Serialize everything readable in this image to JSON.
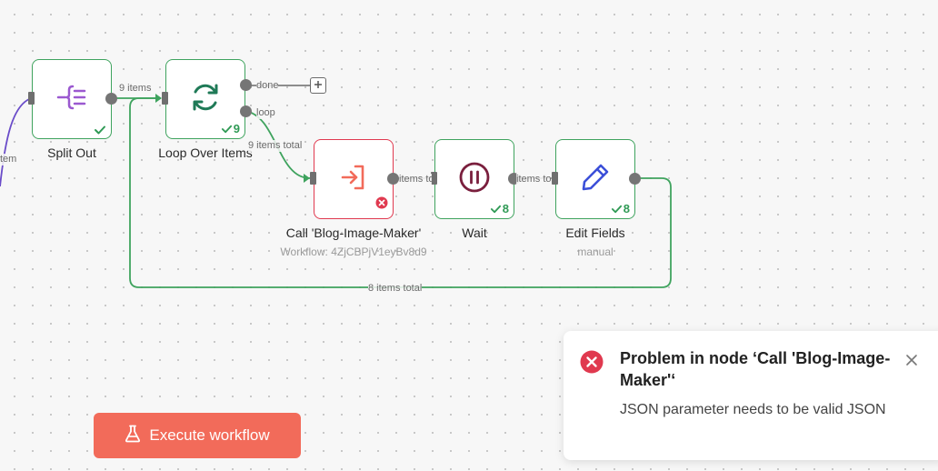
{
  "canvas": {
    "incoming_edge_label": "tem"
  },
  "nodes": {
    "split_out": {
      "title": "Split Out",
      "icon": "split-out-icon"
    },
    "loop_over_items": {
      "title": "Loop Over Items",
      "icon": "loop-refresh-icon",
      "run_count": "9"
    },
    "call_blog": {
      "title": "Call 'Blog-Image-Maker'",
      "subtitle": "Workflow: 4ZjCBPjV1eyBv8d9",
      "icon": "execute-workflow-icon"
    },
    "wait": {
      "title": "Wait",
      "icon": "pause-icon",
      "run_count": "8"
    },
    "edit_fields": {
      "title": "Edit Fields",
      "subtitle": "manual",
      "icon": "pencil-icon",
      "run_count": "8"
    }
  },
  "edges": {
    "split_to_loop": "9 items",
    "loop_done": "done",
    "loop_loop": "loop",
    "loop_to_call": "9 items total",
    "call_to_wait": "items to",
    "wait_to_edit": "items to",
    "edit_back_to_loop": "8 items total"
  },
  "toolbar": {
    "execute_label": "Execute workflow"
  },
  "toast": {
    "title": "Problem in node ‘Call 'Blog-Image-Maker'‘",
    "message": "JSON parameter needs to be valid JSON"
  },
  "colors": {
    "success": "#3fa35e",
    "error": "#e0394f",
    "execute_button": "#f26b5a",
    "wait_icon": "#7a1f3d",
    "edit_icon": "#3b4fd8",
    "split_icon": "#9b59d0",
    "incoming_edge": "#6a4cc9"
  }
}
